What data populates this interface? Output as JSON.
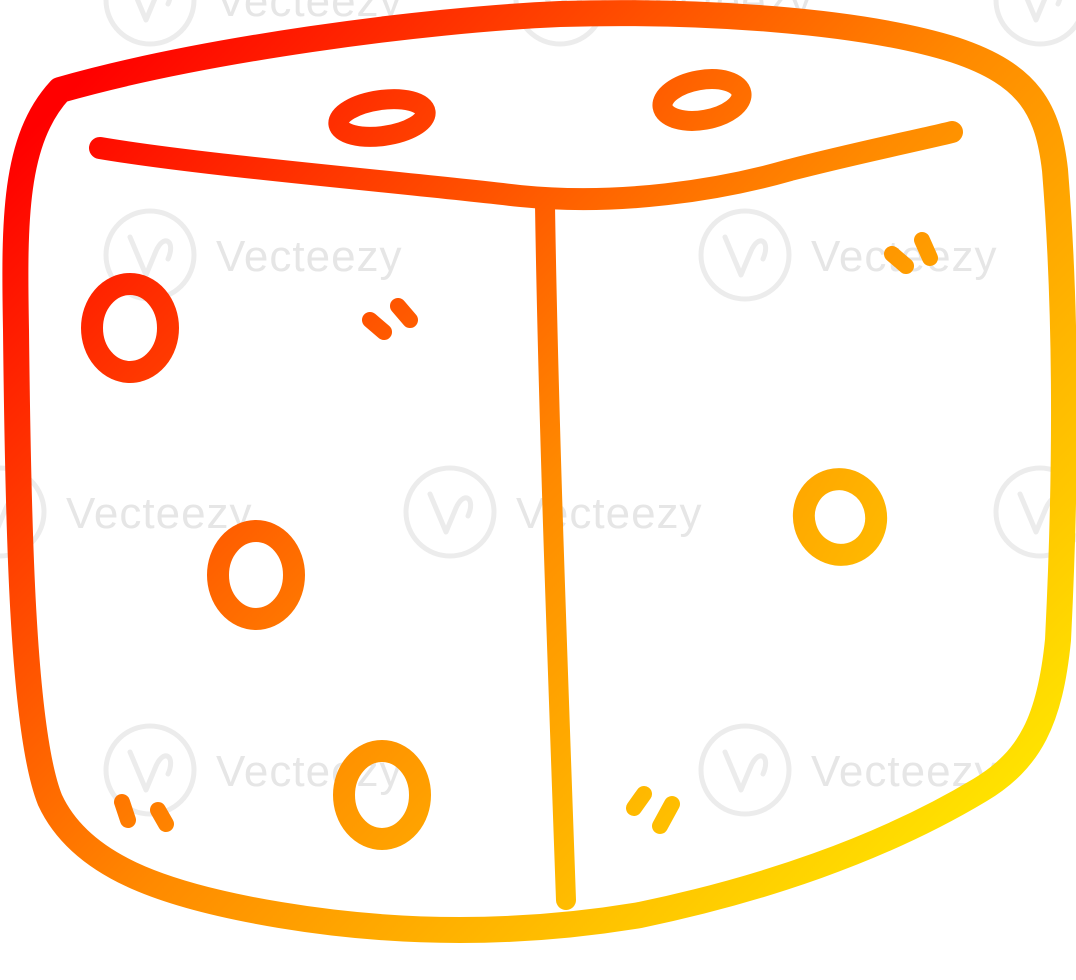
{
  "illustration": {
    "subject": "die",
    "style": "hand-drawn outline",
    "gradient": {
      "start_color": "#ff0000",
      "mid_color": "#ff8a00",
      "end_color": "#ffee00"
    },
    "background_color": "#ffffff"
  },
  "watermark": {
    "brand": "Vecteezy",
    "color": "#e6e6e6"
  }
}
